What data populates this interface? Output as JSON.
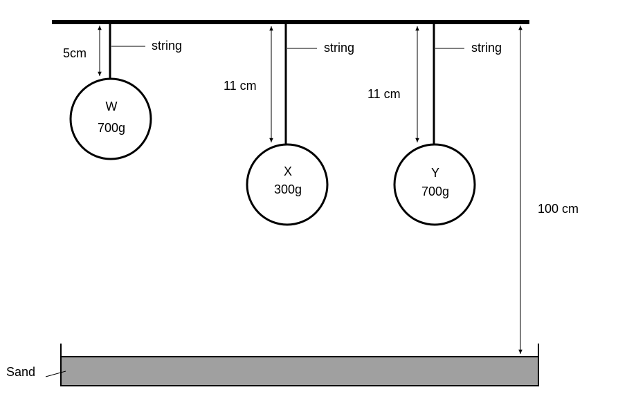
{
  "labels": {
    "string": "string",
    "sand": "Sand",
    "height": "100 cm"
  },
  "balls": [
    {
      "name": "W",
      "mass": "700g",
      "length_label": "5cm"
    },
    {
      "name": "X",
      "mass": "300g",
      "length_label": "11 cm"
    },
    {
      "name": "Y",
      "mass": "700g",
      "length_label": "11 cm"
    }
  ],
  "colors": {
    "sand": "#a0a0a0",
    "line": "#000000"
  }
}
